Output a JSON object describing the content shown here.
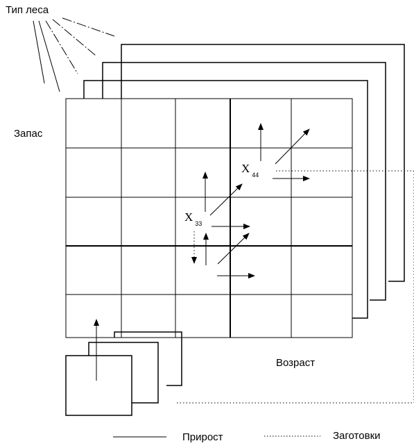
{
  "labels": {
    "forest_type": "Тип леса",
    "stock": "Запас",
    "age": "Возраст",
    "growth": "Прирост",
    "harvest": "Заготовки"
  },
  "variables": {
    "x33": {
      "symbol": "X",
      "subscript": "33"
    },
    "x44": {
      "symbol": "X",
      "subscript": "44"
    }
  },
  "grid": {
    "rows": 5,
    "cols": 5
  },
  "colors": {
    "ink": "#000000",
    "background": "#ffffff"
  }
}
